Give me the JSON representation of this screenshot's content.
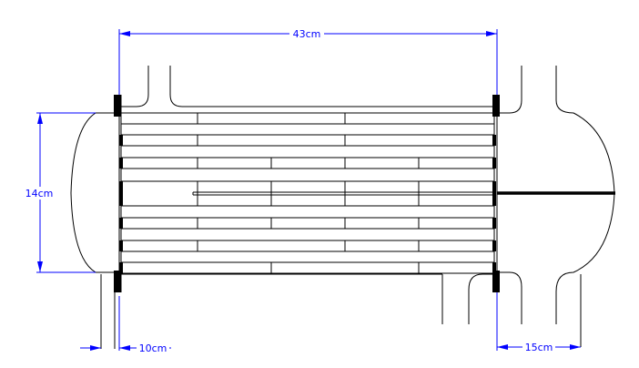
{
  "dimensions": {
    "total_length": "43cm",
    "shell_diameter": "14cm",
    "left_offset": "10cm",
    "right_offset": "15cm"
  },
  "colors": {
    "drawing_lines": "#000000",
    "dimension_lines": "#0000ff",
    "background": "#ffffff"
  }
}
